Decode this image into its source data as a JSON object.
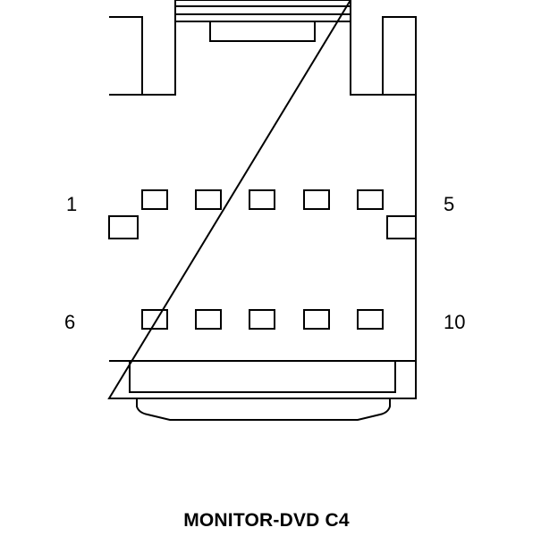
{
  "connector": {
    "name": "MONITOR-DVD C4",
    "pin_labels": {
      "top_left": "1",
      "top_right": "5",
      "bottom_left": "6",
      "bottom_right": "10"
    },
    "pins_per_row": 5,
    "rows": 2
  },
  "colors": {
    "stroke": "#000000",
    "background": "#ffffff"
  }
}
